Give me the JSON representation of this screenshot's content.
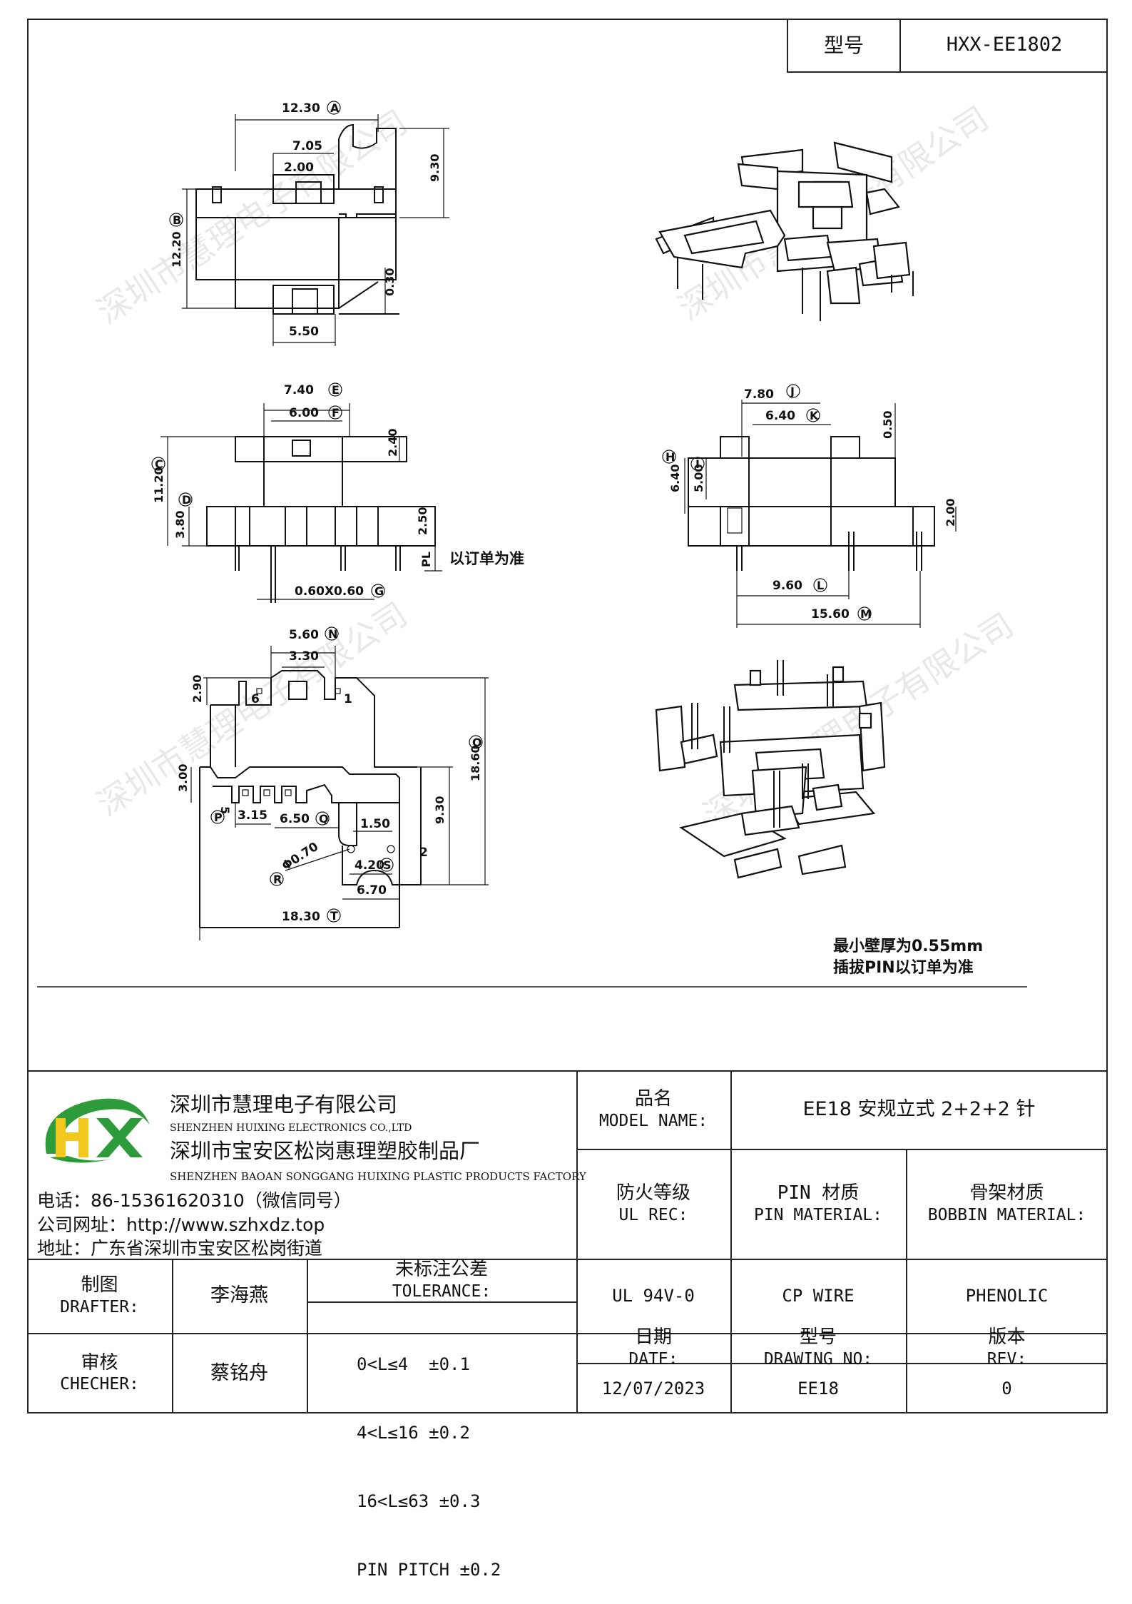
{
  "header": {
    "model_label": "型号",
    "model_value": "HXX-EE1802"
  },
  "drawing": {
    "top_view": {
      "d_a": "12.30",
      "d_705": "7.05",
      "d_200": "2.00",
      "d_930": "9.30",
      "d_b": "12.20",
      "d_030": "0.30",
      "d_550": "5.50"
    },
    "front_view": {
      "d_e": "7.40",
      "d_f": "6.00",
      "d_240": "2.40",
      "d_c": "11.20",
      "d_d": "3.80",
      "d_250": "2.50",
      "d_pl": "PL",
      "pl_note": "以订单为准",
      "d_g": "0.60X0.60"
    },
    "side_view": {
      "d_j": "7.80",
      "d_k": "6.40",
      "d_050": "0.50",
      "d_h": "6.40",
      "d_i": "5.00",
      "d_200b": "2.00",
      "d_l": "9.60",
      "d_m": "15.60"
    },
    "bottom_view": {
      "d_n": "5.60",
      "d_330": "3.30",
      "d_290": "2.90",
      "d_o": "18.60",
      "d_300": "3.00",
      "d_p": "5",
      "d_315": "3.15",
      "d_q": "6.50",
      "d_150": "1.50",
      "d_930b": "9.30",
      "d_r": "Φ0.70",
      "d_s": "4.20",
      "d_670": "6.70",
      "d_t": "18.30",
      "pin_6": "6",
      "pin_1": "1",
      "pin_2": "2"
    },
    "notes": [
      "最小壁厚为0.55mm",
      "插拔PIN以订单为准"
    ],
    "watermark": "深圳市慧理电子有限公司"
  },
  "company": {
    "name_cn": "深圳市慧理电子有限公司",
    "name_en": "SHENZHEN HUIXING ELECTRONICS CO.,LTD",
    "factory_cn": "深圳市宝安区松岗惠理塑胶制品厂",
    "factory_en": "SHENZHEN BAOAN SONGGANG HUIXING PLASTIC PRODUCTS FACTORY",
    "phone": "电话：86-15361620310（微信同号）",
    "website": "公司网址：http://www.szhxdz.top",
    "address": "地址：广东省深圳市宝安区松岗街道",
    "logo_text": "HX",
    "logo_colors": {
      "green": "#2e9b3a",
      "yellow": "#f2c81d"
    }
  },
  "titleblock": {
    "model_name_cn": "品名",
    "model_name_en": "MODEL NAME:",
    "model_name_value": "EE18 安规立式 2+2+2 针",
    "ul_cn": "防火等级",
    "ul_en": "UL REC:",
    "pin_cn": "PIN 材质",
    "pin_en": "PIN MATERIAL:",
    "bobbin_cn": "骨架材质",
    "bobbin_en": "BOBBIN MATERIAL:",
    "ul_value": "UL 94V-0",
    "pin_value": "CP WIRE",
    "bobbin_value": "PHENOLIC",
    "drafter_cn": "制图",
    "drafter_en": "DRAFTER:",
    "drafter_name": "李海燕",
    "checker_cn": "审核",
    "checker_en": "CHECHER:",
    "checker_name": "蔡铭舟",
    "tol_cn": "未标注公差",
    "tol_en": "TOLERANCE:",
    "tol_rows": [
      "0<L≤4  ±0.1",
      "4<L≤16 ±0.2",
      "16<L≤63 ±0.3",
      "PIN PITCH ±0.2"
    ],
    "date_cn": "日期",
    "date_en": "DATE:",
    "date_value": "12/07/2023",
    "drawing_no_cn": "型号",
    "drawing_no_en": "DRAWING NO:",
    "drawing_no_value": "EE18",
    "rev_cn": "版本",
    "rev_en": "REV:",
    "rev_value": "0"
  }
}
